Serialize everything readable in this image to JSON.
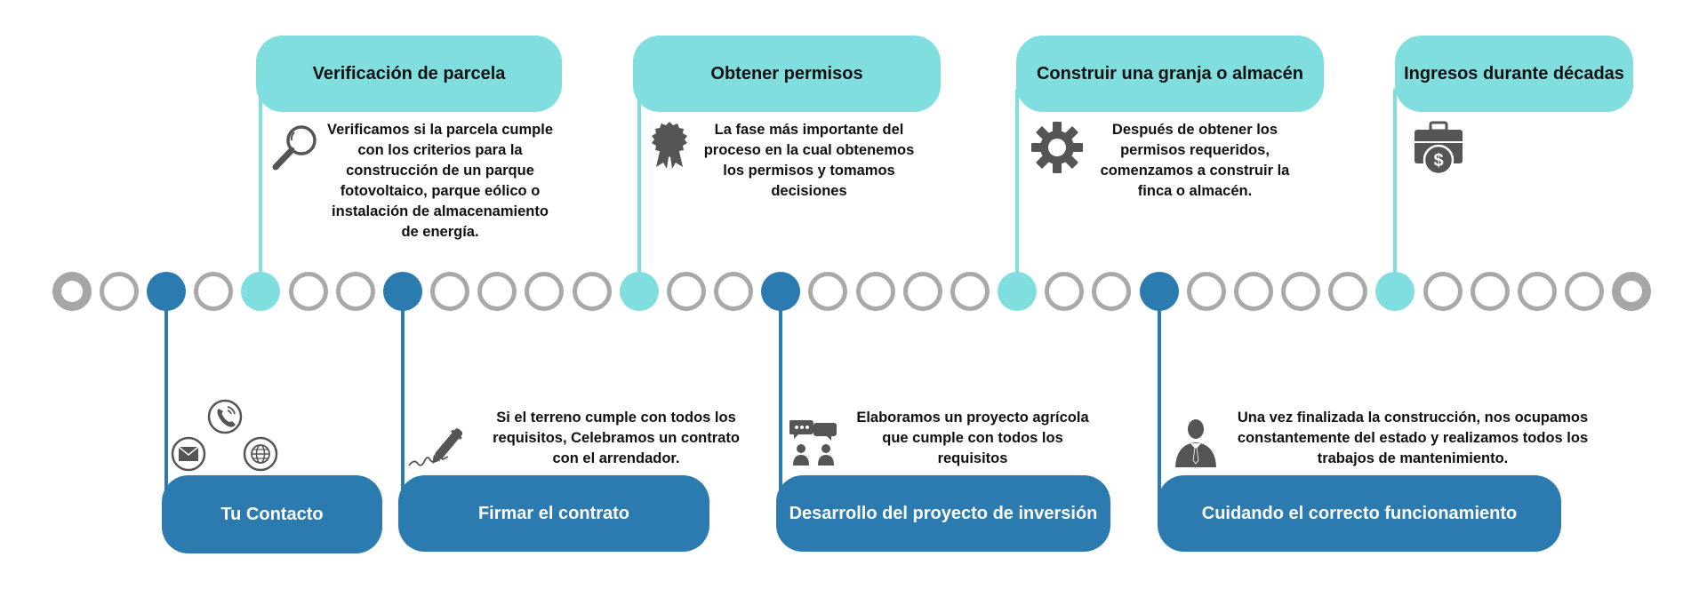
{
  "colors": {
    "teal": "#80dede",
    "blue": "#2b7bb0",
    "gray": "#a9a9a9",
    "icon": "#555555"
  },
  "top_steps": [
    {
      "title": "Verificación de parcela",
      "description": "Verificamos si la parcela cumple con los criterios para la construcción de un parque fotovoltaico, parque eólico o instalación de almacenamiento de energía.",
      "icon": "magnifier-icon"
    },
    {
      "title": "Obtener permisos",
      "description": "La fase más importante del proceso en la cual obtenemos los permisos y tomamos decisiones",
      "icon": "award-ribbon-icon"
    },
    {
      "title": "Construir una granja o almacén",
      "description": "Después de obtener los permisos requeridos, comenzamos a construir la finca o almacén.",
      "icon": "gear-icon"
    },
    {
      "title": "Ingresos durante décadas",
      "description": "",
      "icon": "money-briefcase-icon"
    }
  ],
  "bottom_steps": [
    {
      "title": "Tu Contacto",
      "description": "",
      "icon": "contact-icons"
    },
    {
      "title": "Firmar el contrato",
      "description": "Si el terreno cumple con todos los requisitos, Celebramos un contrato con el arrendador.",
      "icon": "pen-signature-icon"
    },
    {
      "title": "Desarrollo del proyecto de inversión",
      "description": "Elaboramos un proyecto agrícola que cumple con todos los requisitos",
      "icon": "people-chat-icon"
    },
    {
      "title": "Cuidando el correcto funcionamiento",
      "description": "Una vez finalizada la construcción, nos ocupamos constantemente del estado y realizamos todos los trabajos de mantenimiento.",
      "icon": "businessman-icon"
    }
  ]
}
